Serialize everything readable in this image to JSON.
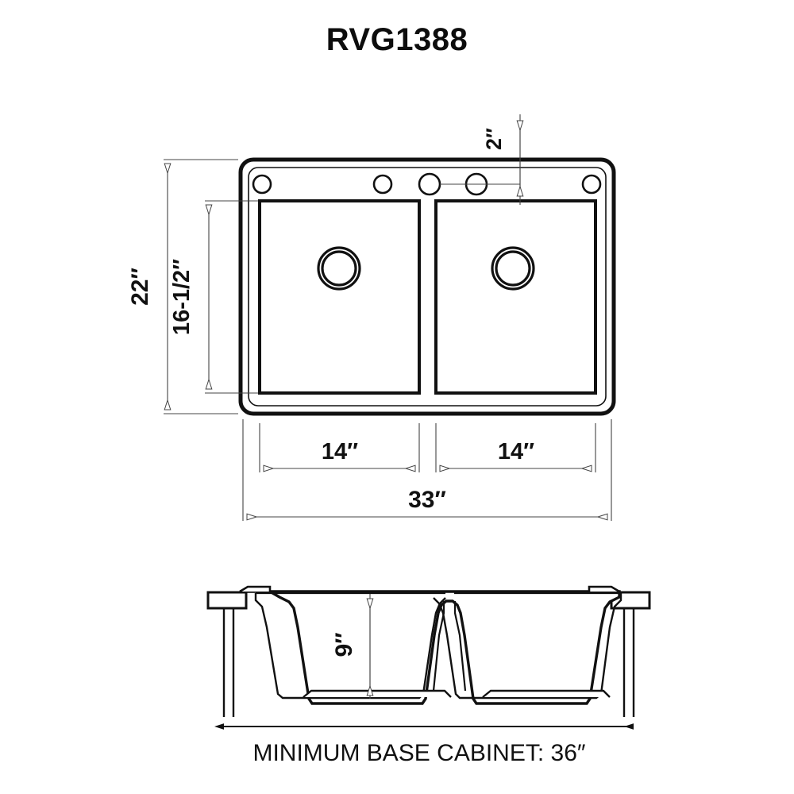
{
  "page": {
    "title": "RVG1388",
    "background_color": "#ffffff",
    "line_color": "#111111",
    "dimension_line_color": "#444444"
  },
  "top_view": {
    "name": "sink-top-view",
    "description": "Double bowl drop-in sink top view with 5 faucet deck holes and two drains",
    "faucet_holes": 5,
    "bowls": 2,
    "drains": 2
  },
  "section_view": {
    "name": "sink-cross-section-view",
    "description": "Front cross section showing two bowls, center divider and countertop flange",
    "bowls": 2
  },
  "dimensions": {
    "overall_height": "22″",
    "bowl_height": "16-1/2″",
    "hole_offset": "2″",
    "left_bowl_width": "14″",
    "right_bowl_width": "14″",
    "overall_width": "33″",
    "bowl_depth": "9″"
  },
  "caption": {
    "minimum_base_cabinet": "MINIMUM BASE CABINET: 36″"
  }
}
